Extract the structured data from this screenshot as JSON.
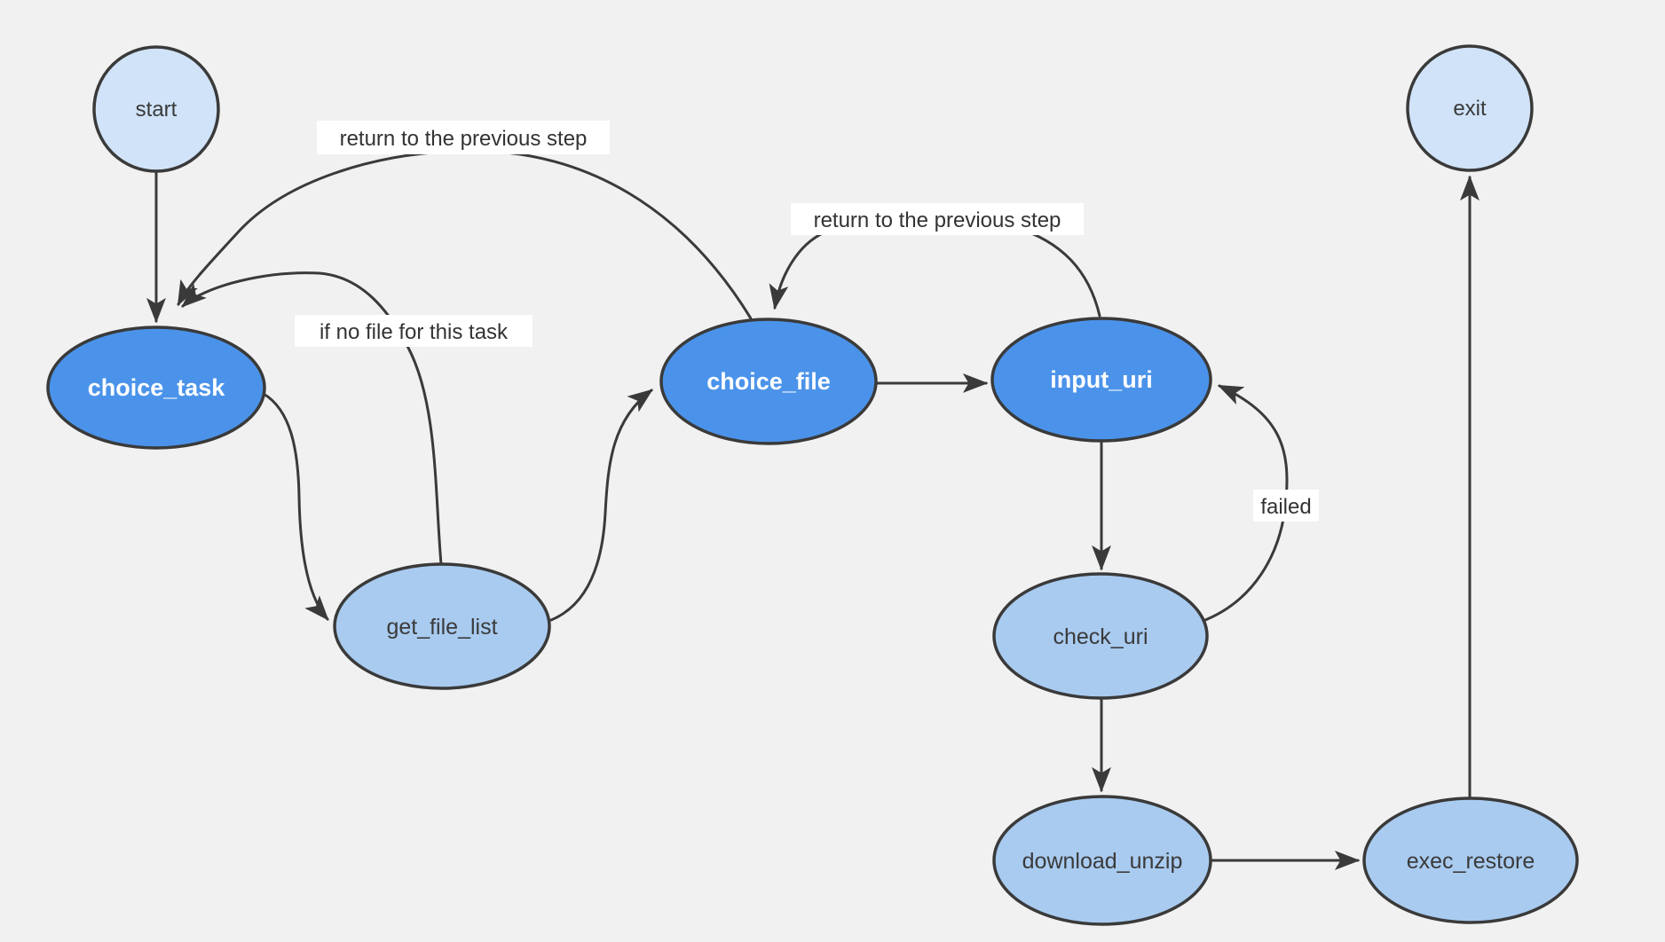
{
  "diagram": {
    "background_color": "#f1f1f1",
    "stroke_color": "#3a3a3a",
    "colors": {
      "terminal_fill": "#d0e3f8",
      "primary_fill": "#4b93ea",
      "secondary_fill": "#a9cbf0",
      "text_on_primary": "#ffffff",
      "text_dark": "#3a3a3a",
      "label_bg": "#ffffff"
    },
    "nodes": {
      "start": {
        "label": "start",
        "type": "terminal"
      },
      "choice_task": {
        "label": "choice_task",
        "type": "primary"
      },
      "get_file_list": {
        "label": "get_file_list",
        "type": "secondary"
      },
      "choice_file": {
        "label": "choice_file",
        "type": "primary"
      },
      "input_uri": {
        "label": "input_uri",
        "type": "primary"
      },
      "check_uri": {
        "label": "check_uri",
        "type": "secondary"
      },
      "download_unzip": {
        "label": "download_unzip",
        "type": "secondary"
      },
      "exec_restore": {
        "label": "exec_restore",
        "type": "secondary"
      },
      "exit": {
        "label": "exit",
        "type": "terminal"
      }
    },
    "edges": [
      {
        "from": "start",
        "to": "choice_task",
        "label": ""
      },
      {
        "from": "choice_file",
        "to": "choice_task",
        "label": "return to the previous step"
      },
      {
        "from": "choice_task",
        "to": "get_file_list",
        "label": ""
      },
      {
        "from": "get_file_list",
        "to": "choice_task",
        "label": "if no file for this task"
      },
      {
        "from": "get_file_list",
        "to": "choice_file",
        "label": ""
      },
      {
        "from": "choice_file",
        "to": "input_uri",
        "label": ""
      },
      {
        "from": "input_uri",
        "to": "choice_file",
        "label": "return to the previous step"
      },
      {
        "from": "input_uri",
        "to": "check_uri",
        "label": ""
      },
      {
        "from": "check_uri",
        "to": "input_uri",
        "label": "failed"
      },
      {
        "from": "check_uri",
        "to": "download_unzip",
        "label": ""
      },
      {
        "from": "download_unzip",
        "to": "exec_restore",
        "label": ""
      },
      {
        "from": "exec_restore",
        "to": "exit",
        "label": ""
      }
    ]
  }
}
